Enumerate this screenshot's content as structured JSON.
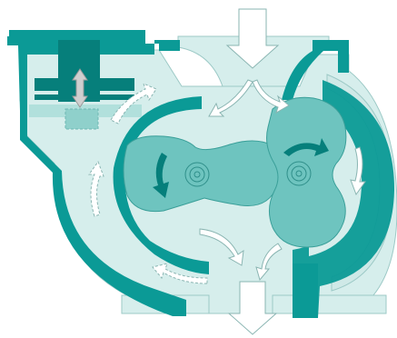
{
  "diagram": {
    "type": "rotary-lobe-pump-cross-section",
    "labels": [],
    "colors": {
      "housing_fill": "#d6eeec",
      "casing_wall": "#0b9a96",
      "casing_dark": "#067f7b",
      "rotor": "#6ec4bf",
      "rotor_outline": "#3a9f99",
      "hub_ring": "#2f8f8a",
      "arrow_white": "#ffffff",
      "arrow_outline": "#8ab5b2",
      "background": "#ffffff"
    },
    "components": [
      "inlet-arrow",
      "outlet-arrow",
      "relief-valve",
      "left-rotor",
      "right-rotor",
      "pump-housing",
      "flow-arrows"
    ]
  }
}
